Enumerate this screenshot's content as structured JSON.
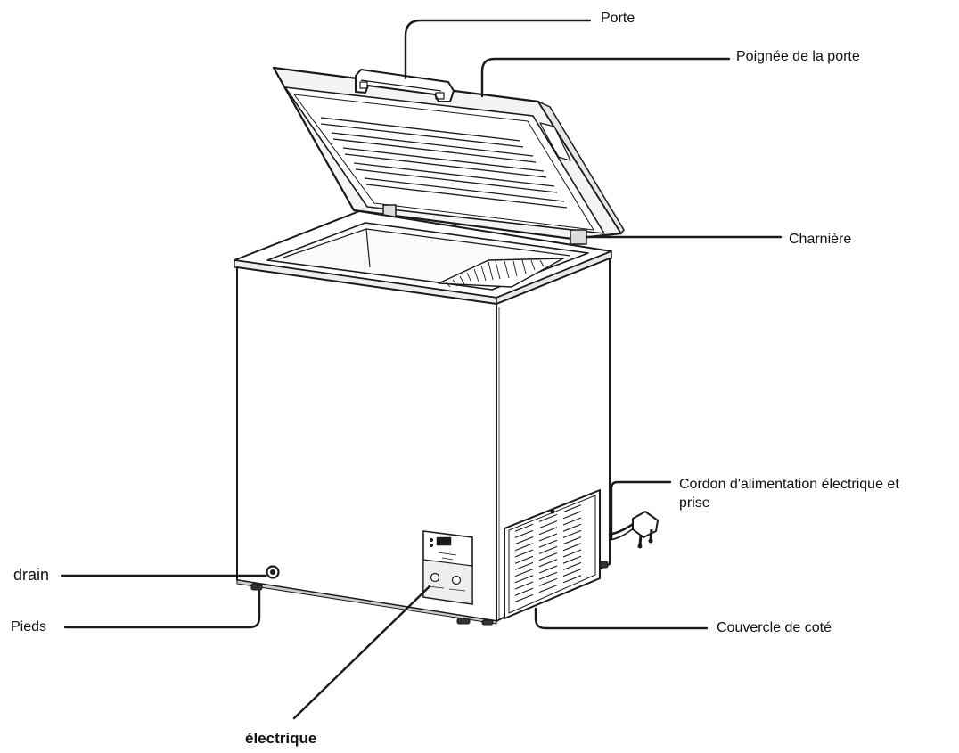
{
  "diagram": {
    "subject": "chest-freezer",
    "labels": {
      "porte": "Porte",
      "poignee": "Poignée de la porte",
      "charniere": "Charnière",
      "cordon_line1": "Cordon d'alimentation électrique et",
      "cordon_line2": "prise",
      "couvercle": "Couvercle de coté",
      "drain": "drain",
      "pieds": "Pieds",
      "electrique": "électrique"
    },
    "colors": {
      "line": "#1a1a1a",
      "body_fill": "#ffffff",
      "lid_fill": "#f4f4f4",
      "background": "#ffffff"
    }
  }
}
